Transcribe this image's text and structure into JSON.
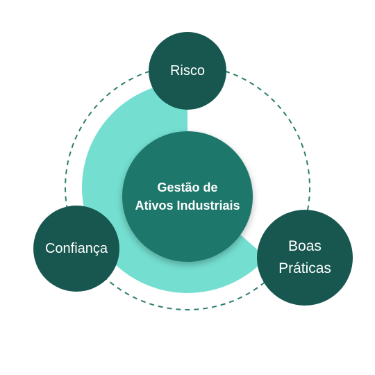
{
  "diagram": {
    "center": {
      "label": "Gestão de\nAtivos Industriais"
    },
    "nodes": [
      {
        "id": "risco",
        "label": "Risco"
      },
      {
        "id": "confianca",
        "label": "Confiança"
      },
      {
        "id": "boas-praticas",
        "label": "Boas\nPráticas"
      }
    ]
  },
  "colors": {
    "node_dark": "#17574f",
    "node_center": "#1d776b",
    "ring_fill": "#74dfd1",
    "dashed_circle": "#2d7d70"
  }
}
